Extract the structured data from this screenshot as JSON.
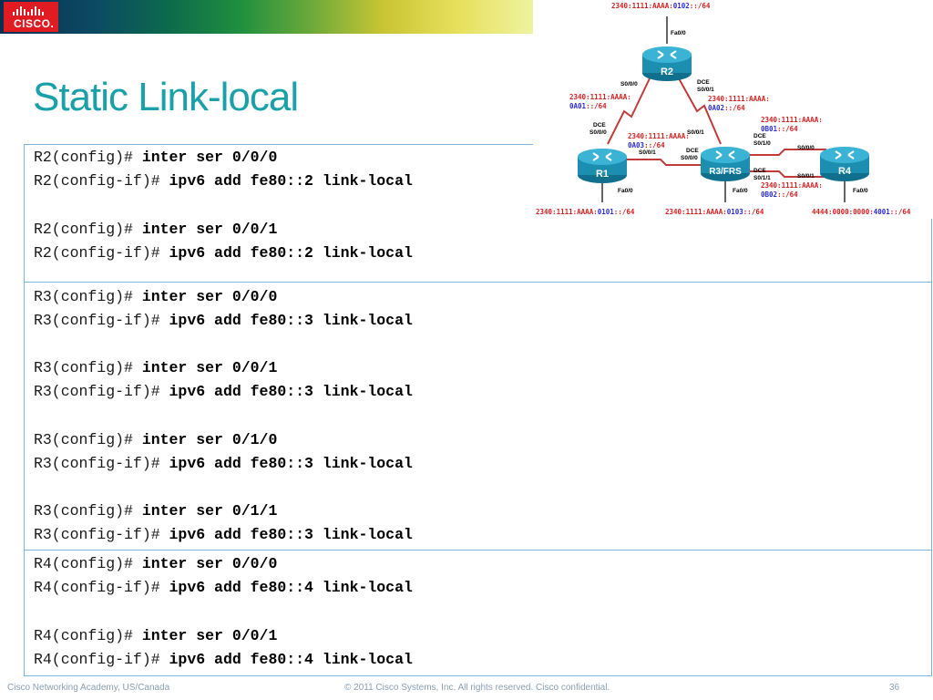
{
  "brand": {
    "logo_text": "CISCO."
  },
  "title": "Static Link-local",
  "boxes": [
    {
      "lines": [
        {
          "prompt": "R2(config)# ",
          "cmd": "inter ser 0/0/0"
        },
        {
          "prompt": "R2(config-if)# ",
          "cmd": "ipv6 add fe80::2 link-local"
        },
        {
          "prompt": "R2(config)# ",
          "cmd": "inter ser 0/0/1"
        },
        {
          "prompt": "R2(config-if)# ",
          "cmd": "ipv6 add fe80::2 link-local"
        }
      ]
    },
    {
      "lines": [
        {
          "prompt": "R3(config)# ",
          "cmd": "inter ser 0/0/0"
        },
        {
          "prompt": "R3(config-if)# ",
          "cmd": "ipv6 add fe80::3 link-local"
        },
        {
          "prompt": "R3(config)# ",
          "cmd": "inter ser 0/0/1"
        },
        {
          "prompt": "R3(config-if)# ",
          "cmd": "ipv6 add fe80::3 link-local"
        },
        {
          "prompt": "R3(config)# ",
          "cmd": "inter ser 0/1/0"
        },
        {
          "prompt": "R3(config-if)# ",
          "cmd": "ipv6 add fe80::3 link-local"
        },
        {
          "prompt": "R3(config)# ",
          "cmd": "inter ser 0/1/1"
        },
        {
          "prompt": "R3(config-if)# ",
          "cmd": "ipv6 add fe80::3 link-local"
        }
      ]
    },
    {
      "lines": [
        {
          "prompt": "R4(config)# ",
          "cmd": "inter ser 0/0/0"
        },
        {
          "prompt": "R4(config-if)# ",
          "cmd": "ipv6 add fe80::4 link-local"
        },
        {
          "prompt": "R4(config)# ",
          "cmd": "inter ser 0/0/1"
        },
        {
          "prompt": "R4(config-if)# ",
          "cmd": "ipv6 add fe80::4 link-local"
        }
      ]
    }
  ],
  "topology": {
    "routers": {
      "r1": "R1",
      "r2": "R2",
      "r3": "R3/FRS",
      "r4": "R4"
    },
    "net_r2_lan": {
      "pre": "2340:1111:AAAA:",
      "mid": "0102",
      "post": "::/64"
    },
    "net_r1_lan": {
      "pre": "2340:1111:AAAA:",
      "mid": "0101",
      "post": "::/64"
    },
    "net_r3_lan": {
      "pre": "2340:1111:AAAA:",
      "mid": "0103",
      "post": "::/64"
    },
    "net_r4_lan": {
      "pre": "4444:0000:0000:",
      "mid": "4001",
      "post": "::/64"
    },
    "net_r1r2_a": "2340:1111:AAAA:",
    "net_r1r2_b": {
      "mid": "0A01",
      "post": "::/64"
    },
    "net_r2r3_a": "2340:1111:AAAA:",
    "net_r2r3_b": {
      "mid": "0A02",
      "post": "::/64"
    },
    "net_r1r3_a": "2340:1111:AAAA:",
    "net_r1r3_b": {
      "mid": "0A03",
      "post": "::/64"
    },
    "net_r3r4a_a": "2340:1111:AAAA:",
    "net_r3r4a_b": {
      "mid": "0B01",
      "post": "::/64"
    },
    "net_r3r4b_a": "2340:1111:AAAA:",
    "net_r3r4b_b": {
      "mid": "0B02",
      "post": "::/64"
    },
    "if_labels": {
      "r2_fa": "Fa0/0",
      "r2_s000": "S0/0/0",
      "r2_dce": "DCE",
      "r2_s001": "S0/0/1",
      "r1_dce": "DCE",
      "r1_s000": "S0/0/0",
      "r1_s001": "S0/0/1",
      "r1_fa": "Fa0/0",
      "r3_s001": "S0/0/1",
      "r3_dce": "DCE",
      "r3_s000": "S0/0/0",
      "r3_dce2": "DCE",
      "r3_s010": "S0/1/0",
      "r3_dce3": "DCE",
      "r3_s011": "S0/1/1",
      "r3_fa": "Fa0/0",
      "r4_s000": "S0/0/0",
      "r4_s001": "S0/0/1",
      "r4_fa": "Fa0/0"
    },
    "colors": {
      "red": "#d42020",
      "blue": "#2b2bd8",
      "router": "#1c8fb0",
      "link": "#c23b3b"
    }
  },
  "footer": {
    "left": "Cisco Networking Academy, US/Canada",
    "center": "© 2011 Cisco Systems, Inc. All rights reserved. Cisco confidential.",
    "page": "36"
  }
}
